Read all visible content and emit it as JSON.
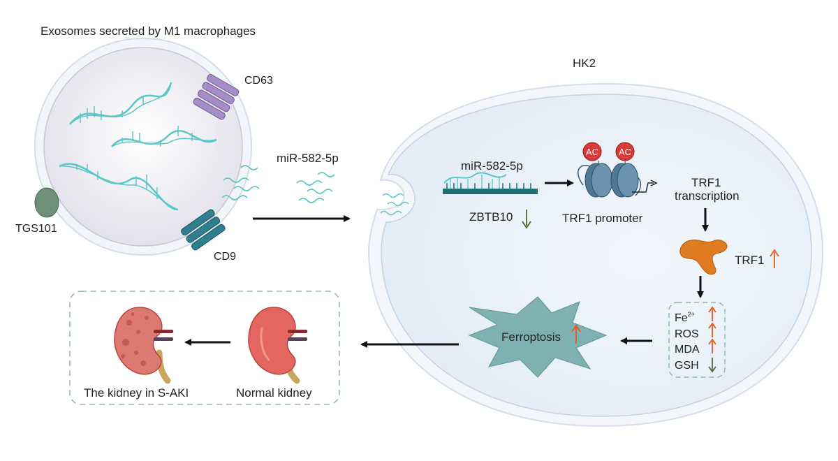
{
  "exosome": {
    "title": "Exosomes secreted by M1 macrophages",
    "marker_cd63": "CD63",
    "marker_cd9": "CD9",
    "marker_tgs101": "TGS101"
  },
  "transfer_label": "miR-582-5p",
  "cell": {
    "title": "HK2",
    "mirna_label": "miR-582-5p",
    "target_label": "ZBTB10",
    "ac_label_1": "AC",
    "ac_label_2": "AC",
    "promoter_label": "TRF1 promoter",
    "transcription_line1": "TRF1",
    "transcription_line2": "transcription",
    "protein_label": "TRF1",
    "markers": {
      "fe": "Fe",
      "fe_sup": "2+",
      "ros": "ROS",
      "mda": "MDA",
      "gsh": "GSH"
    },
    "ferroptosis_label": "Ferroptosis"
  },
  "kidneys": {
    "normal_label": "Normal kidney",
    "saki_label": "The kidney in S-AKI"
  },
  "colors": {
    "cell_fill": "#e6eef8",
    "cell_border": "#d4dde8",
    "rna": "#5cc6c6",
    "mirna_bar": "#1f6f73",
    "up_arrow": "#e8581f",
    "down_arrow": "#4d6b2a",
    "ac_red": "#d83a3a",
    "nucleosome": "#4d7896",
    "trf1_protein": "#e07b22",
    "ferroptosis_fill": "#7fb1b2",
    "dashed_box": "#8fb5ad",
    "kidney_normal": "#e36760",
    "kidney_saki": "#dc7a72",
    "ureter": "#c9a65d"
  }
}
